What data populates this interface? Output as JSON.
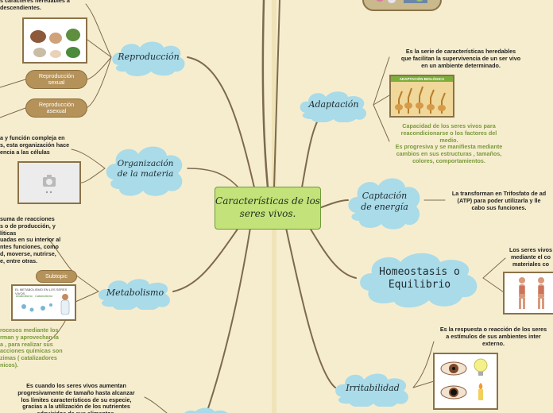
{
  "central": {
    "title": "Características de los seres vivos."
  },
  "topics": {
    "reproduccion": "Reproducción",
    "organizacion": "Organización de la materia",
    "metabolismo": "Metabolismo",
    "adaptacion": "Adaptación",
    "captacion": "Captación de energía",
    "homeostasis": "Homeostasis o Equilibrio",
    "irritabilidad": "Irritabilidad"
  },
  "subtopics": {
    "reproduccion_sexual": "Reproducción sexual",
    "reproduccion_asexual": "Reproducción asexual",
    "metabolismo_subtopic": "Subtopic"
  },
  "notes": {
    "reproduccion_top": "s caracteres heredables a\ndescendientes.",
    "organizacion": "a y función compleja en\ns, esta organización hace\nencia a las células",
    "metabolismo_black": " suma de reacciones\ns o de producción, y\nlíticas\nuadas en su interior al\nntes funciones, como\nd, moverse, nutrirse,\ne, entre otras.",
    "metabolismo_green": "rocesos mediante los\nrman y aprovechan la\na , para realizar sus\nacciones químicas son\nzimas ( catalizadores\nnicos).",
    "crecimiento": "Es cuando los seres vivos aumentan\nprogresivamente de tamaño hasta alcanzar\nlos límites característicos de su especie,\ngracias a la utilización de los nutrientes\nadquiridos de sus alimentos.",
    "adaptacion_black": "Es la serie de características heredables\nque facilitan la supervivencia de un ser vivo\nen un ambiente determinado.",
    "adaptacion_green": "Capacidad de los seres vivos para\nreacondicionarse o los factores del\nmedio.\nEs progresiva y se manifiesta mediante\ncambios en sus estructuras , tamaños,\ncolores, comportamientos.",
    "captacion": "La transforman en Trifosfato de ad\n(ATP) para poder utilizarla y lle\ncabo sus funciones.",
    "homeostasis": "Los seres vivos\nmediante el co\nmateriales co",
    "irritabilidad": "Es la respuesta o reacción de los seres\na estímulos de sus ambientes inter\nexterno."
  },
  "images": {
    "adaptacion_caption": "ADAPTACIÓN BIOLÓGICA",
    "metabolismo_caption": "EL METABOLISMO EN LOS SERES VIVOS",
    "metabolismo_left": "Anabolismo",
    "metabolismo_right": "Catabolismo"
  },
  "colors": {
    "background": "#f6edcf",
    "cloud": "#a9dbe9",
    "central": "#c4e27a",
    "pill": "#b4925a",
    "branch": "#7d6a4c",
    "note_green": "#7a9a3a"
  },
  "icons": [
    "camera-icon"
  ]
}
